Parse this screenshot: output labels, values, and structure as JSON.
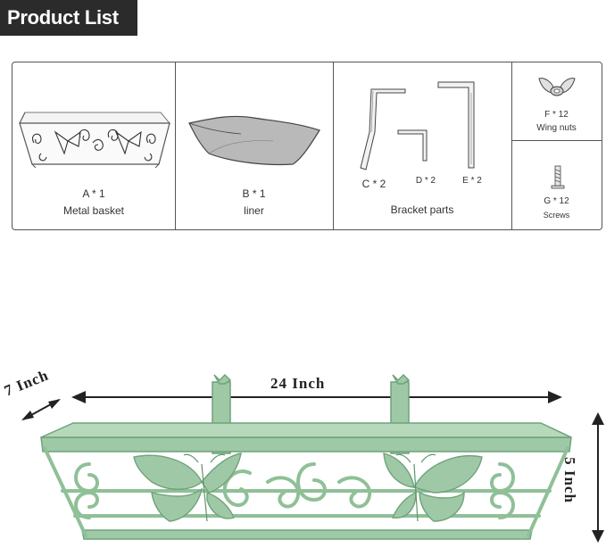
{
  "header": {
    "title": "Product List"
  },
  "parts": {
    "a": {
      "code": "A * 1",
      "name": "Metal basket"
    },
    "b": {
      "code": "B * 1",
      "name": "liner"
    },
    "c": {
      "code": "C * 2"
    },
    "d": {
      "code": "D * 2"
    },
    "e": {
      "code": "E * 2"
    },
    "bracket_group": {
      "name": "Bracket parts"
    },
    "f": {
      "code": "F * 12",
      "name": "Wing nuts"
    },
    "g": {
      "code": "G * 12",
      "name": "Screws"
    }
  },
  "dimensions": {
    "width": "24 Inch",
    "depth": "7 Inch",
    "height": "5 Inch"
  },
  "colors": {
    "badge": "#2b2b2b",
    "basket_green": "#9fc9a6",
    "basket_stroke": "#6fa27a"
  }
}
